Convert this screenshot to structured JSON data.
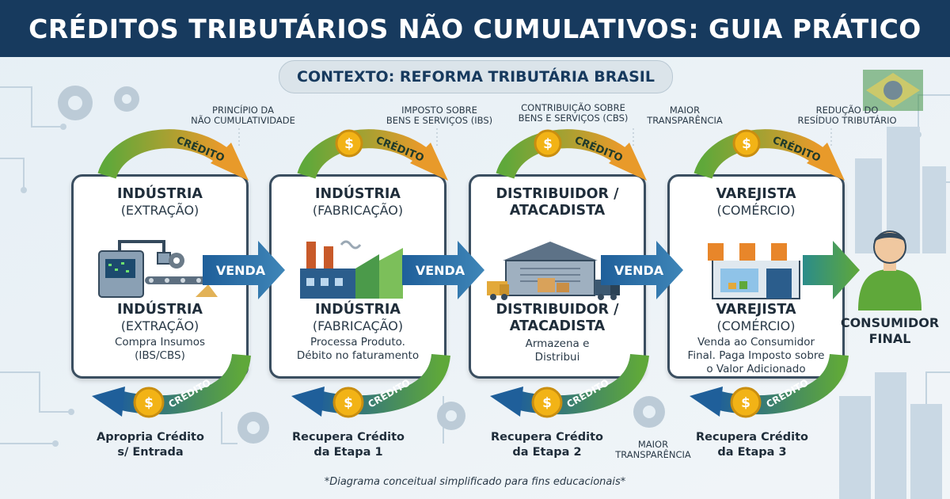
{
  "title": "CRÉDITOS TRIBUTÁRIOS NÃO CUMULATIVOS: GUIA PRÁTICO",
  "context": "CONTEXTO: REFORMA TRIBUTÁRIA BRASIL",
  "top_labels": [
    {
      "line1": "PRINCÍPIO DA",
      "line2": "NÃO CUMULATIVIDADE"
    },
    {
      "line1": "IMPOSTO SOBRE",
      "line2": "BENS E SERVIÇOS (IBS)"
    },
    {
      "line1": "CONTRIBUIÇÃO SOBRE",
      "line2": "BENS E SERVIÇOS (CBS)"
    },
    {
      "line1": "MAIOR",
      "line2": "TRANSPARÊNCIA"
    },
    {
      "line1": "REDUÇÃO DO",
      "line2": "RESÍDUO TRIBUTÁRIO"
    }
  ],
  "credit_word": "CRÉDITO",
  "sale_word": "VENDA",
  "currency_symbol": "$",
  "stages": [
    {
      "title1": "INDÚSTRIA",
      "title2": "(EXTRAÇÃO)",
      "sub1": "INDÚSTRIA",
      "sub2": "(EXTRAÇÃO)",
      "desc1": "Compra Insumos",
      "desc2": "(IBS/CBS)",
      "desc3": "",
      "bottom1": "Apropria Crédito",
      "bottom2": "s/ Entrada"
    },
    {
      "title1": "INDÚSTRIA",
      "title2": "(FABRICAÇÃO)",
      "sub1": "INDÚSTRIA",
      "sub2": "(FABRICAÇÃO)",
      "desc1": "Processa Produto.",
      "desc2": "Débito no faturamento",
      "desc3": "",
      "bottom1": "Recupera Crédito",
      "bottom2": "da Etapa 1"
    },
    {
      "title1": "DISTRIBUIDOR /",
      "title2": "ATACADISTA",
      "sub1": "DISTRIBUIDOR /",
      "sub2": "ATACADISTA",
      "desc1": "Armazena e",
      "desc2": "Distribui",
      "desc3": "",
      "bottom1": "Recupera Crédito",
      "bottom2": "da Etapa 2"
    },
    {
      "title1": "VAREJISTA",
      "title2": "(COMÉRCIO)",
      "sub1": "VAREJISTA",
      "sub2": "(COMÉRCIO)",
      "desc1": "Venda ao Consumidor",
      "desc2": "Final. Paga Imposto sobre",
      "desc3": "o Valor Adicionado",
      "bottom1": "Recupera Crédito",
      "bottom2": "da Etapa 3"
    }
  ],
  "bottom_small": {
    "line1": "MAIOR",
    "line2": "TRANSPARÊNCIA"
  },
  "consumer": {
    "line1": "CONSUMIDOR",
    "line2": "FINAL"
  },
  "footnote": "*Diagrama conceitual simplificado para fins educacionais*",
  "colors": {
    "header": "#173a5e",
    "sale_arrow": "#2e6e9c",
    "credit_green": "#5fa83a",
    "credit_orange": "#e89a2a",
    "credit_blue": "#1f5f9a",
    "coin": "#f2b316"
  }
}
